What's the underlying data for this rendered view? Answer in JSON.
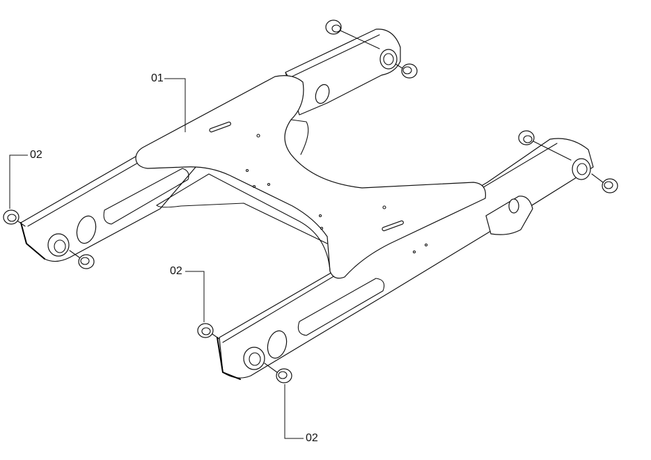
{
  "diagram": {
    "callouts": [
      {
        "id": "frame",
        "label": "01"
      },
      {
        "id": "bush-left-top",
        "label": "02"
      },
      {
        "id": "bush-front-top",
        "label": "02"
      },
      {
        "id": "bush-front-bottom",
        "label": "02"
      }
    ]
  }
}
